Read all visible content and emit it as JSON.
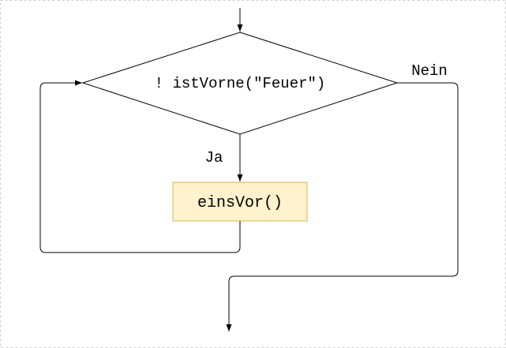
{
  "diagram": {
    "condition_label": "! istVorne(\"Feuer\")",
    "yes_label": "Ja",
    "no_label": "Nein",
    "action_label": "einsVor()"
  },
  "colors": {
    "action_fill": "#fff2cc",
    "action_stroke": "#d6b656",
    "line": "#000000",
    "border": "#cccccc"
  }
}
